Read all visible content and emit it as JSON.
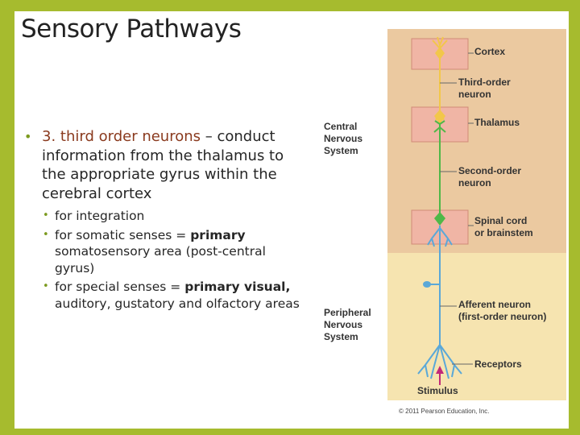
{
  "slide": {
    "title": "Sensory Pathways",
    "main_bullet": {
      "lead_bold": "3. third order neurons",
      "rest": " – conduct information from the thalamus  to the appropriate gyrus within the cerebral cortex"
    },
    "sub_bullets": [
      {
        "pre": "for integration",
        "bold": "",
        "post": ""
      },
      {
        "pre": "for somatic senses = ",
        "bold": "primary",
        "post": " somatosensory area (post-central gyrus)"
      },
      {
        "pre": "for special senses = ",
        "bold": "primary visual,",
        "post": " auditory, gustatory and olfactory areas"
      }
    ]
  },
  "figure": {
    "labels": {
      "cortex": "Cortex",
      "third_order": "Third-order\nneuron",
      "thalamus": "Thalamus",
      "second_order": "Second-order\nneuron",
      "spinal_cord": "Spinal cord\nor brainstem",
      "afferent": "Afferent neuron\n(first-order neuron)",
      "receptors": "Receptors",
      "stimulus": "Stimulus",
      "cns": "Central\nNervous\nSystem",
      "pns": "Peripheral\nNervous\nSystem"
    },
    "copyright": "© 2011 Pearson Education, Inc.",
    "colors": {
      "cns_bg": "#ebc9a0",
      "pns_bg": "#f6e4b0",
      "box_fill": "#f0b5a5",
      "third_order": "#f2c74a",
      "second_order": "#4fb848",
      "first_order": "#5aa8d8",
      "stimulus": "#c2297a"
    }
  }
}
